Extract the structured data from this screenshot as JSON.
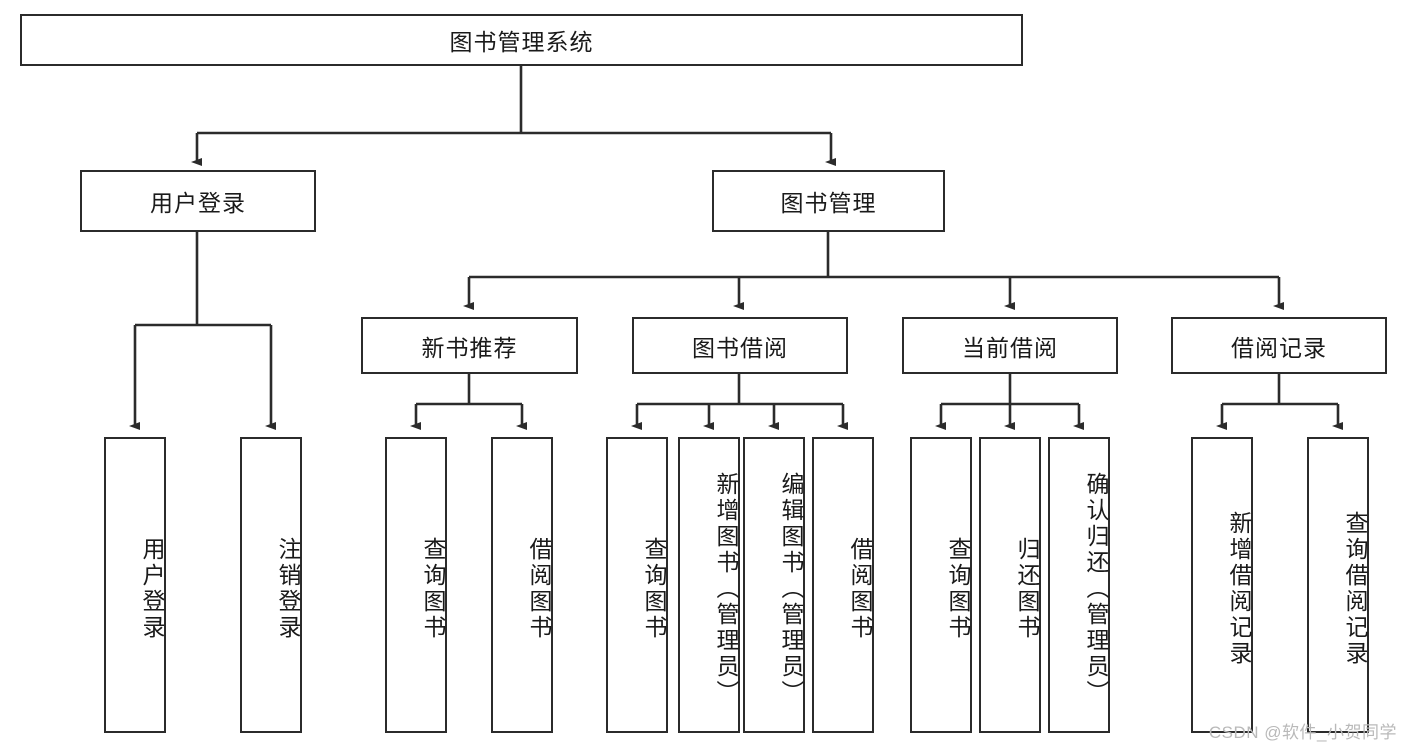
{
  "diagram": {
    "type": "tree-hierarchy",
    "title": "图书管理系统",
    "colors": {
      "background": "#ffffff",
      "box_border": "#2b2b2b",
      "box_fill": "#ffffff",
      "edge": "#2b2b2b",
      "text": "#1a1a1a",
      "watermark": "#b9b9b9"
    },
    "root": {
      "label": "图书管理系统"
    },
    "level2": [
      {
        "id": "user-login",
        "label": "用户登录"
      },
      {
        "id": "book-manage",
        "label": "图书管理"
      }
    ],
    "level3": [
      {
        "id": "new-book-recommend",
        "label": "新书推荐"
      },
      {
        "id": "book-borrow",
        "label": "图书借阅"
      },
      {
        "id": "current-borrow",
        "label": "当前借阅"
      },
      {
        "id": "borrow-record",
        "label": "借阅记录"
      }
    ],
    "leaves": {
      "user_login": [
        {
          "id": "leaf-user-login",
          "label": "用户登录"
        },
        {
          "id": "leaf-logout-login",
          "label": "注销登录"
        }
      ],
      "new_book_recommend": [
        {
          "id": "leaf-query-book-1",
          "label": "查询图书"
        },
        {
          "id": "leaf-borrow-book-1",
          "label": "借阅图书"
        }
      ],
      "book_borrow": [
        {
          "id": "leaf-query-book-2",
          "label": "查询图书"
        },
        {
          "id": "leaf-add-book",
          "label": "新增图书（管理员）"
        },
        {
          "id": "leaf-edit-book",
          "label": "编辑图书（管理员）"
        },
        {
          "id": "leaf-borrow-book-2",
          "label": "借阅图书"
        }
      ],
      "current_borrow": [
        {
          "id": "leaf-query-book-3",
          "label": "查询图书"
        },
        {
          "id": "leaf-return-book",
          "label": "归还图书"
        },
        {
          "id": "leaf-confirm-return",
          "label": "确认归还（管理员）"
        }
      ],
      "borrow_record": [
        {
          "id": "leaf-add-record",
          "label": "新增借阅记录"
        },
        {
          "id": "leaf-query-record",
          "label": "查询借阅记录"
        }
      ]
    }
  },
  "watermark": {
    "text": "CSDN @软件_小贺同学"
  }
}
